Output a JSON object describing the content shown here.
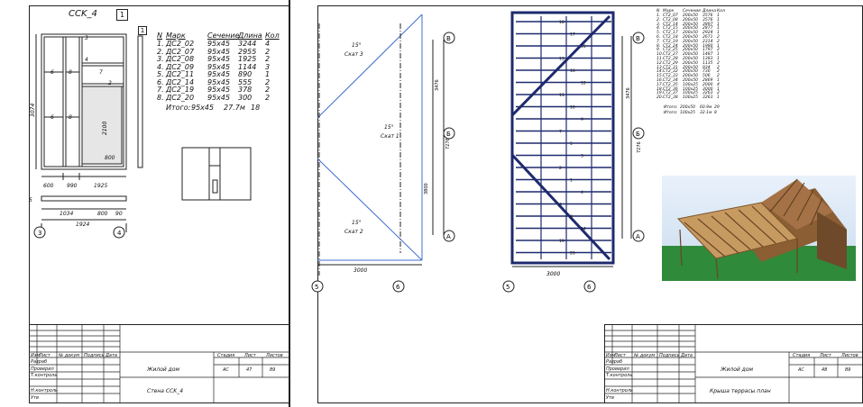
{
  "left_sheet": {
    "title": "СCK_4",
    "sheet_badge": "1",
    "view_badge": "1",
    "frame_labels": {
      "dim_vertical": "3074",
      "door_height": "2100",
      "door_width": "800",
      "bottom_dims": [
        "600",
        "990",
        "1925"
      ],
      "plan_dims": [
        "1034",
        "800",
        "90"
      ],
      "plan_total": "1924",
      "axis_left": "3",
      "axis_right": "4",
      "member_marks": [
        "3",
        "6",
        "8",
        "8",
        "7",
        "4",
        "6",
        "8",
        "7",
        "5",
        "2"
      ]
    },
    "spec": {
      "headers": [
        "N",
        "Марк",
        "Сечение",
        "Длина",
        "Кол"
      ],
      "rows": [
        [
          "1.",
          "ДС2_02",
          "95x45",
          "3244",
          "4"
        ],
        [
          "2.",
          "ДС2_07",
          "95x45",
          "2955",
          "2"
        ],
        [
          "3.",
          "ДС2_08",
          "95x45",
          "1925",
          "2"
        ],
        [
          "4.",
          "ДС2_09",
          "95x45",
          "1144",
          "3"
        ],
        [
          "5.",
          "ДС2_11",
          "95x45",
          "890",
          "1"
        ],
        [
          "6.",
          "ДС2_14",
          "95x45",
          "555",
          "2"
        ],
        [
          "7.",
          "ДС2_19",
          "95x45",
          "378",
          "2"
        ],
        [
          "8.",
          "ДС2_20",
          "95x45",
          "300",
          "2"
        ]
      ],
      "total_label": "Итого:",
      "total_section": "95x45",
      "total_length": "27.7м",
      "total_count": "18"
    },
    "title_block": {
      "col_heads": [
        "Изм",
        "Лист",
        "№ докум",
        "Подпись",
        "Дата"
      ],
      "roles": [
        "Разраб",
        "Проверил",
        "Т.контроль",
        "Н.контроль",
        "Утв"
      ],
      "project": "Жилой дом",
      "drawing": "Стена СCK_4",
      "stage_head": "Стадия",
      "sheet_head": "Лист",
      "sheets_head": "Листов",
      "stage": "АС",
      "sheet": "47",
      "sheets": "89"
    }
  },
  "right_sheet": {
    "slopes": [
      {
        "angle": "15°",
        "name": "Скат 3"
      },
      {
        "angle": "15°",
        "name": "Скат 1"
      },
      {
        "angle": "15°",
        "name": "Скат 2"
      }
    ],
    "roof_dims": {
      "width": "3000",
      "height": "3800",
      "axis_span": "7276",
      "half_a": "3476",
      "half_b": "3800"
    },
    "axes_right": [
      "В",
      "Б",
      "А"
    ],
    "axes_bottom": [
      "5",
      "6"
    ],
    "rafter_dims": {
      "width": "3000",
      "axis_span": "7276",
      "half": "3476"
    },
    "mini_spec": {
      "headers": [
        "N",
        "Марк",
        "Сечение",
        "Длина",
        "Кол"
      ],
      "rows": [
        [
          "1.",
          "СТ2_07",
          "200x50",
          "3576",
          "1"
        ],
        [
          "2.",
          "СТ2_08",
          "200x50",
          "3576",
          "1"
        ],
        [
          "3.",
          "СТ2_14",
          "200x50",
          "3897",
          "1"
        ],
        [
          "4.",
          "СТ2_15",
          "200x50",
          "2877",
          "1"
        ],
        [
          "5.",
          "СТ2_17",
          "200x50",
          "2924",
          "1"
        ],
        [
          "6.",
          "СТ2_18",
          "200x50",
          "2671",
          "2"
        ],
        [
          "7.",
          "СТ2_19",
          "200x50",
          "2314",
          "2"
        ],
        [
          "8.",
          "СТ2_24",
          "200x50",
          "1980",
          "1"
        ],
        [
          "9.",
          "СТ2_25",
          "200x50",
          "1797",
          "2"
        ],
        [
          "10.",
          "СТ2_27",
          "200x50",
          "1487",
          "1"
        ],
        [
          "11.",
          "СТ2_28",
          "200x50",
          "1383",
          "1"
        ],
        [
          "12.",
          "СТ2_29",
          "200x50",
          "1135",
          "2"
        ],
        [
          "13.",
          "СТ2_31",
          "200x50",
          "934",
          "2"
        ],
        [
          "14.",
          "СТ2_32",
          "200x50",
          "730",
          "2"
        ],
        [
          "15.",
          "СТ2_33",
          "200x50",
          "506",
          "2"
        ],
        [
          "16.",
          "СТ2_34",
          "200x50",
          "2869",
          "1"
        ],
        [
          "17.",
          "СТ2_35",
          "100x25",
          "2000",
          "4"
        ],
        [
          "18.",
          "СТ2_36",
          "100x25",
          "3000",
          "1"
        ],
        [
          "19.",
          "СТ2_37",
          "100x25",
          "3263",
          "2"
        ],
        [
          "20.",
          "СТ2_38",
          "100x25",
          "3263",
          "1"
        ]
      ],
      "totals": [
        [
          "Итого:",
          "200x50",
          "60.9м",
          "29"
        ],
        [
          "Итого:",
          "100x25",
          "32.1м",
          "8"
        ]
      ]
    },
    "rafter_marks": [
      "18",
      "17",
      "15",
      "13",
      "16",
      "12",
      "11",
      "10",
      "9",
      "7",
      "5",
      "3",
      "2",
      "1",
      "4",
      "6",
      "8",
      "14",
      "19",
      "20"
    ],
    "title_block": {
      "col_heads": [
        "Изм",
        "Лист",
        "№ докум",
        "Подпись",
        "Дата"
      ],
      "roles": [
        "Разраб",
        "Проверил",
        "Т.контроль",
        "Н.контроль",
        "Утв"
      ],
      "project": "Жилой дом",
      "drawing": "Крыша террасы план",
      "stage_head": "Стадия",
      "sheet_head": "Лист",
      "sheets_head": "Листов",
      "stage": "АС",
      "sheet": "48",
      "sheets": "89"
    }
  },
  "colors": {
    "line": "#222222",
    "blue": "#3f6fd1",
    "navy": "#1e2a6e",
    "wood": "#b88a52",
    "grey": "#e8e8e8"
  }
}
